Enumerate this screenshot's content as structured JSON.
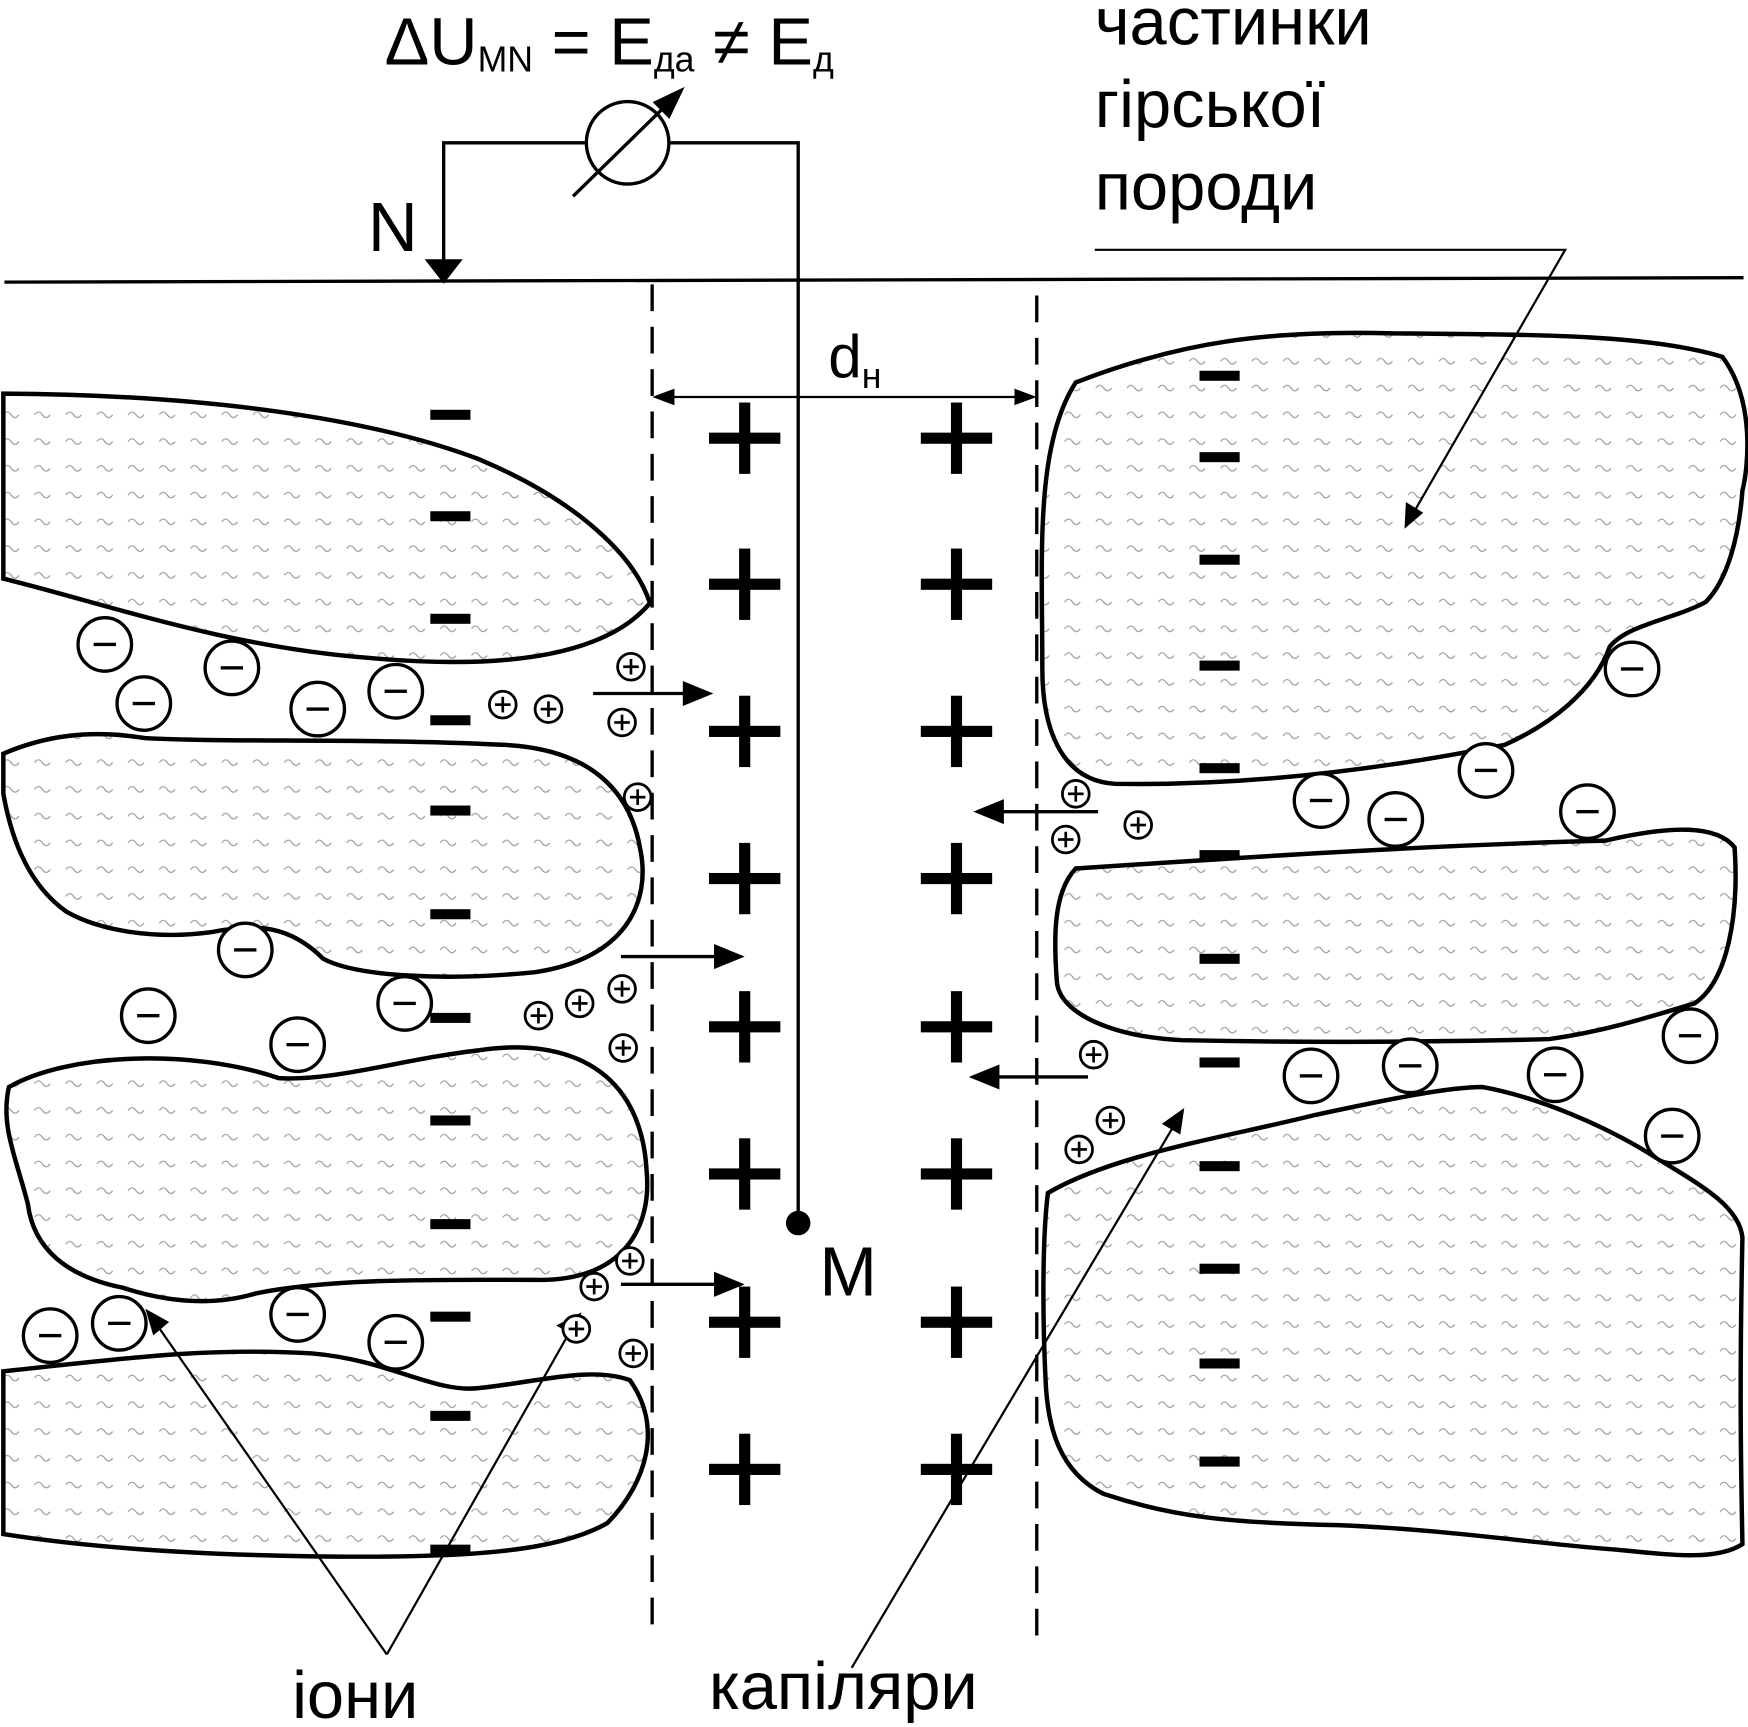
{
  "formula": {
    "delta": "ΔU",
    "sub1": "MN",
    "eq1": " = E",
    "sub2": "да",
    "neq": " ≠ E",
    "sub3": "д"
  },
  "labels": {
    "electrode_n": "N",
    "electrode_m": "M",
    "width": "d",
    "width_sub": "н",
    "particles": [
      "частинки",
      "гірської",
      "породи"
    ],
    "ions": "іони",
    "capillaries": "капіляри"
  },
  "symbols": {
    "minus": "−",
    "plus": "+",
    "ion_minus": "−",
    "ion_plus": "+"
  },
  "colors": {
    "ink": "#000000",
    "fill": "#ffffff",
    "texture": "#9a9a9a"
  }
}
